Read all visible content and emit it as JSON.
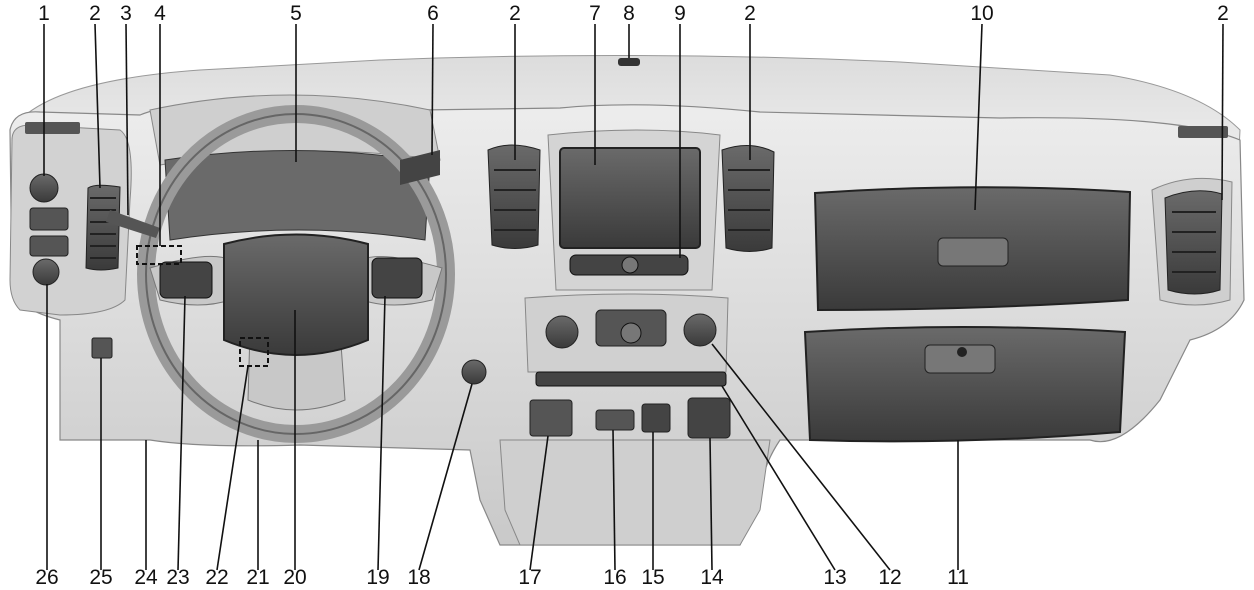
{
  "callouts": {
    "top": [
      {
        "key": "t1",
        "label": "1"
      },
      {
        "key": "t2a",
        "label": "2"
      },
      {
        "key": "t3",
        "label": "3"
      },
      {
        "key": "t4",
        "label": "4"
      },
      {
        "key": "t5",
        "label": "5"
      },
      {
        "key": "t6",
        "label": "6"
      },
      {
        "key": "t2b",
        "label": "2"
      },
      {
        "key": "t7",
        "label": "7"
      },
      {
        "key": "t8",
        "label": "8"
      },
      {
        "key": "t9",
        "label": "9"
      },
      {
        "key": "t2c",
        "label": "2"
      },
      {
        "key": "t10",
        "label": "10"
      },
      {
        "key": "t2d",
        "label": "2"
      }
    ],
    "bottom": [
      {
        "key": "b26",
        "label": "26"
      },
      {
        "key": "b25",
        "label": "25"
      },
      {
        "key": "b24",
        "label": "24"
      },
      {
        "key": "b23",
        "label": "23"
      },
      {
        "key": "b22",
        "label": "22"
      },
      {
        "key": "b21",
        "label": "21"
      },
      {
        "key": "b20",
        "label": "20"
      },
      {
        "key": "b19",
        "label": "19"
      },
      {
        "key": "b18",
        "label": "18"
      },
      {
        "key": "b17",
        "label": "17"
      },
      {
        "key": "b16",
        "label": "16"
      },
      {
        "key": "b15",
        "label": "15"
      },
      {
        "key": "b14",
        "label": "14"
      },
      {
        "key": "b13",
        "label": "13"
      },
      {
        "key": "b12",
        "label": "12"
      },
      {
        "key": "b11",
        "label": "11"
      }
    ]
  },
  "colors": {
    "dash": "#d8d8d8",
    "dash_light": "#ececec",
    "dark": "#4a4a4a",
    "darker": "#2e2e2e",
    "line": "#111111"
  }
}
